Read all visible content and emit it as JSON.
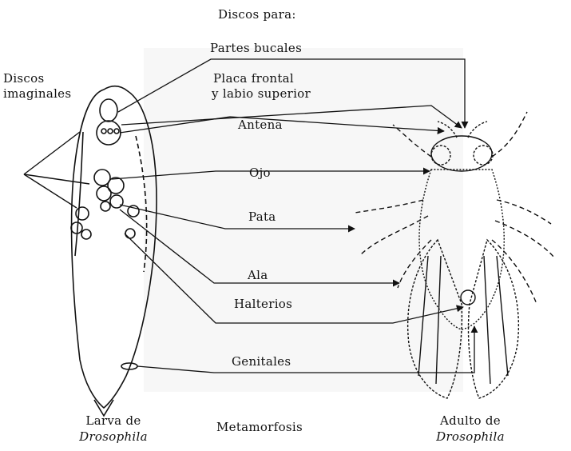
{
  "labels": {
    "header": "Discos para:",
    "partes_bucales": "Partes bucales",
    "placa_frontal_1": "Placa frontal",
    "placa_frontal_2": "y labio superior",
    "antena": "Antena",
    "ojo": "Ojo",
    "pata": "Pata",
    "ala": "Ala",
    "halterios": "Halterios",
    "genitales": "Genitales",
    "discos_1": "Discos",
    "discos_2": "imaginales",
    "larva_1": "Larva de",
    "larva_2": "Drosophila",
    "metamorfosis": "Metamorfosis",
    "adulto_1": "Adulto de",
    "adulto_2": "Drosophila"
  },
  "colors": {
    "ink": "#111111",
    "paper": "#ffffff",
    "speckle": "#d9d9d9"
  }
}
